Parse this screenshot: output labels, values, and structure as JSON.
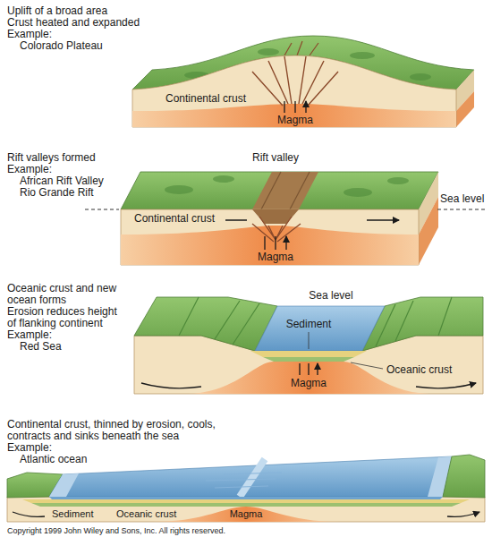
{
  "diagram": {
    "labels": [
      "Uplift of a broad area",
      "Crust heated and expanded",
      "Example:",
      "Colorado Plateau",
      "Continental crust",
      "Magma",
      "Rift valleys formed",
      "Example:",
      "African Rift Valley",
      "Rio Grande Rift",
      "Rift valley",
      "Sea level",
      "Continental crust",
      "Magma",
      "Oceanic crust and new ocean forms",
      "Erosion reduces height of flanking continent",
      "Example:",
      "Red Sea",
      "Sea level",
      "Sediment",
      "Magma",
      "Oceanic crust",
      "Continental crust, thinned by erosion, cools, contracts and sinks beneath the sea",
      "Example:",
      "Atlantic ocean",
      "Sediment",
      "Oceanic crust",
      "Magma",
      "Copyright 1999 John Wiley and Sons, Inc. All rights reserved."
    ]
  }
}
